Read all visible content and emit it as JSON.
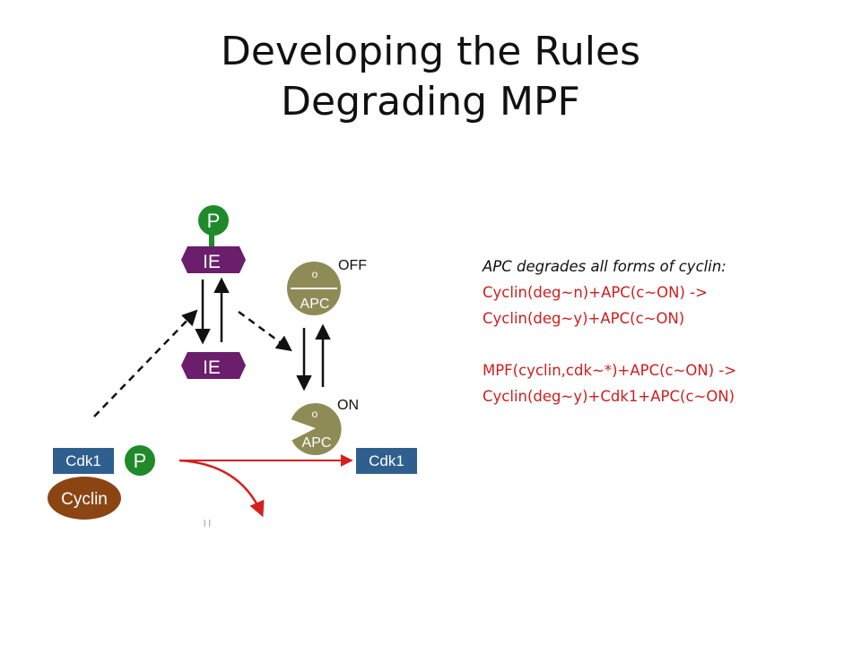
{
  "slide": {
    "title_line1": "Developing the Rules",
    "title_line2": "Degrading MPF"
  },
  "diagram": {
    "phospho_label": "P",
    "ie_label": "IE",
    "apc_label": "APC",
    "apc_off_state": "OFF",
    "apc_on_state": "ON",
    "apc_marker": "o",
    "cdk1_label": "Cdk1",
    "cyclin_label": "Cyclin",
    "stray_mark": "l l",
    "colors": {
      "ie": "#6b1e6b",
      "phospho": "#1f8a2a",
      "apc": "#8e8b56",
      "cdk1": "#2f5f8f",
      "cyclin": "#8b4513",
      "arrow_red": "#d62020"
    }
  },
  "rules": {
    "heading": "APC degrades all forms of cyclin:",
    "rule1_line1": "Cyclin(deg~n)+APC(c~ON) ->",
    "rule1_line2": "Cyclin(deg~y)+APC(c~ON)",
    "rule2_line1": "MPF(cyclin,cdk~*)+APC(c~ON) ->",
    "rule2_line2": "Cyclin(deg~y)+Cdk1+APC(c~ON)"
  }
}
